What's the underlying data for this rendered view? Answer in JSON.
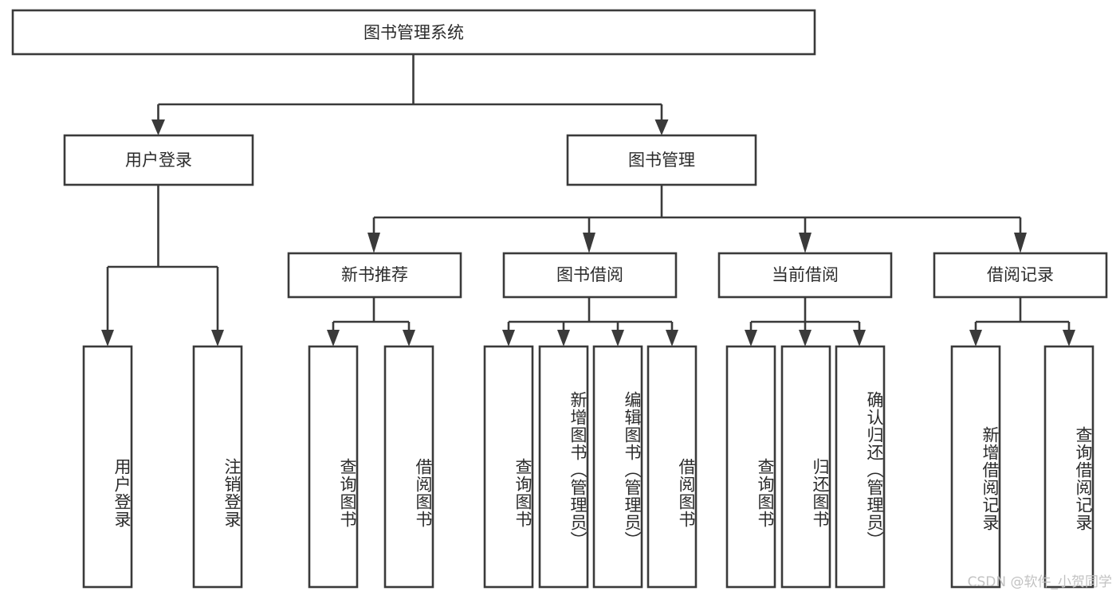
{
  "diagram": {
    "title": "图书管理系统",
    "type": "hierarchy-tree",
    "root": {
      "label": "图书管理系统"
    },
    "level2": [
      {
        "label": "用户登录"
      },
      {
        "label": "图书管理"
      }
    ],
    "level3": [
      {
        "label": "新书推荐"
      },
      {
        "label": "图书借阅"
      },
      {
        "label": "当前借阅"
      },
      {
        "label": "借阅记录"
      }
    ],
    "leaves": {
      "user_login": [
        {
          "label": "用户登录"
        },
        {
          "label": "注销登录"
        }
      ],
      "new_book_recommend": [
        {
          "label": "查询图书"
        },
        {
          "label": "借阅图书"
        }
      ],
      "book_borrow": [
        {
          "label": "查询图书"
        },
        {
          "label": "新增图书（管理员）"
        },
        {
          "label": "编辑图书（管理员）"
        },
        {
          "label": "借阅图书"
        }
      ],
      "current_borrow": [
        {
          "label": "查询图书"
        },
        {
          "label": "归还图书"
        },
        {
          "label": "确认归还（管理员）"
        }
      ],
      "borrow_record": [
        {
          "label": "新增借阅记录"
        },
        {
          "label": "查询借阅记录"
        }
      ]
    }
  },
  "watermark": {
    "text": "CSDN @软件_小贺同学"
  },
  "colors": {
    "box_stroke": "#3a3a3a",
    "box_fill": "#ffffff",
    "text": "#2b2b2b",
    "watermark": "#c2c2c2",
    "background": "#ffffff"
  }
}
